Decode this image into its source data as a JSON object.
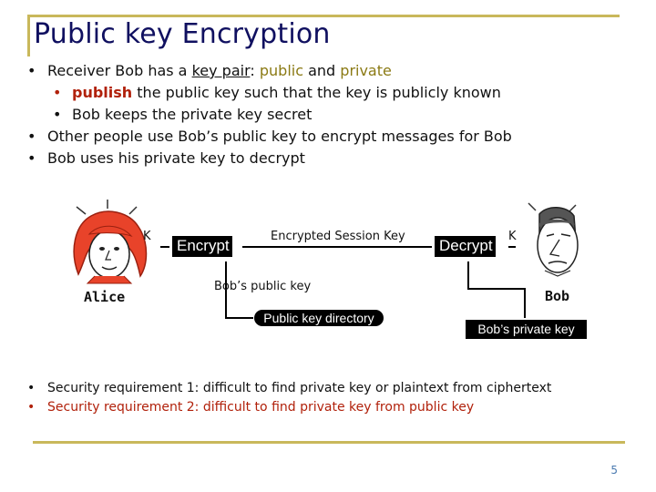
{
  "slide": {
    "title": "Public key Encryption",
    "page_number": "5"
  },
  "bullets": {
    "b1": {
      "pre": "Receiver Bob has a ",
      "key_pair": "key pair",
      "colon": ": ",
      "public": "public",
      "and": " and ",
      "private": "private"
    },
    "b1a": {
      "publish": "publish",
      "rest": " the public key such that the key is publicly known"
    },
    "b1b": "Bob keeps the private key secret",
    "b2": "Other people use Bob’s public key to encrypt messages for Bob",
    "b3": "Bob uses his private key to decrypt"
  },
  "diagram": {
    "alice": "Alice",
    "bob": "Bob",
    "k_left": "K",
    "k_right": "K",
    "encrypt": "Encrypt",
    "decrypt": "Decrypt",
    "encrypted_session_key": "Encrypted Session Key",
    "bobs_public_key": "Bob’s public key",
    "public_key_directory": "Public key directory",
    "bobs_private_key": "Bob’s private key"
  },
  "requirements": {
    "r1": "Security requirement 1: difficult to find private key or plaintext from ciphertext",
    "r2": "Security requirement 2: difficult to find private key from public key"
  },
  "colors": {
    "title": "#101060",
    "accent_rule": "#c9b85b",
    "olive": "#8b7a14",
    "red": "#b1210b",
    "alice_hair": "#e8432a",
    "box_fill": "#000000"
  }
}
